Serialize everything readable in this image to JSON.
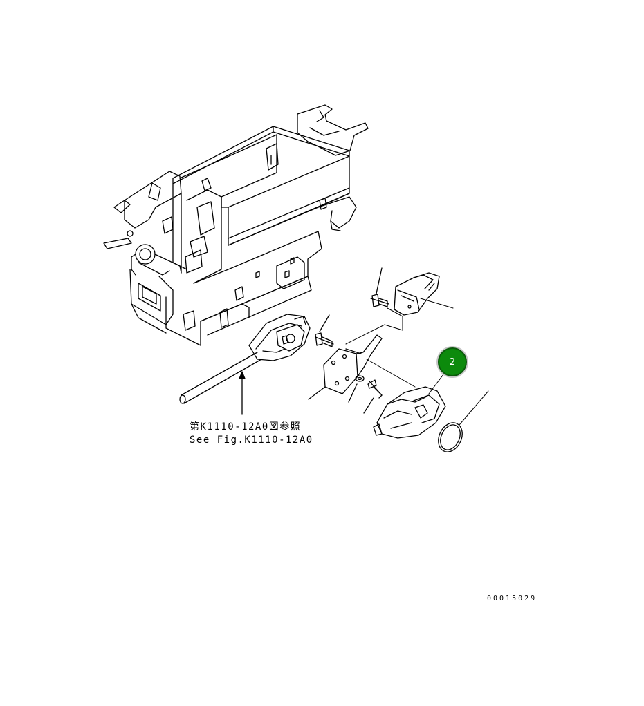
{
  "diagram": {
    "reference_note_line1": "第K1110-12A0図参照",
    "reference_note_line2": "See Fig.K1110-12A0",
    "document_id": "00015029",
    "callouts": [
      {
        "label": "2",
        "color": "#0c8a0c"
      }
    ]
  }
}
